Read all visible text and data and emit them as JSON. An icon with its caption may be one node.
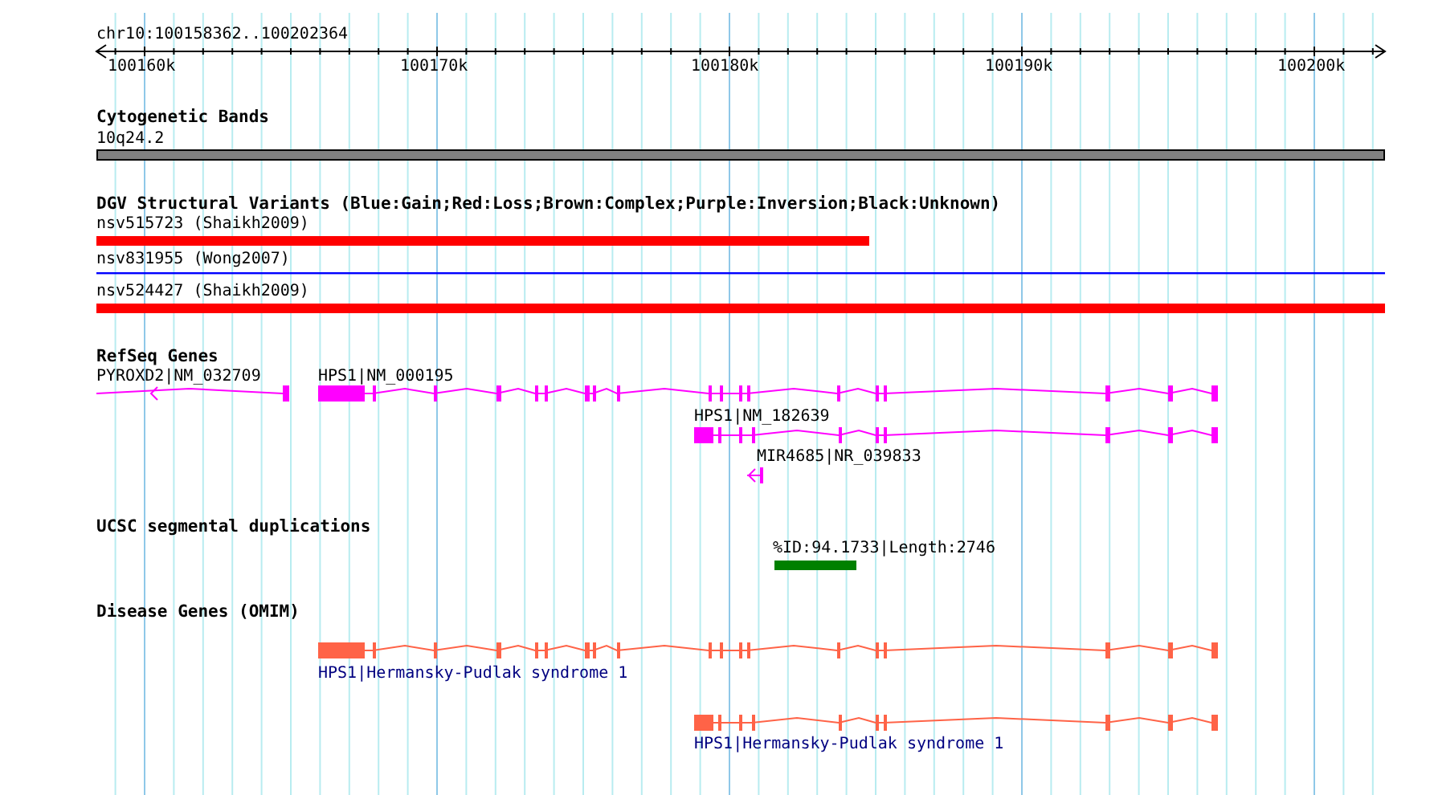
{
  "diagram": {
    "labels": [
      "chr10:100158362..100202364",
      "100160k",
      "100170k",
      "100180k",
      "100190k",
      "100200k",
      "Cytogenetic Bands",
      "10q24.2",
      "DGV Structural Variants (Blue:Gain;Red:Loss;Brown:Complex;Purple:Inversion;Black:Unknown)",
      "nsv515723 (Shaikh2009)",
      "nsv831955 (Wong2007)",
      "nsv524427 (Shaikh2009)",
      "RefSeq Genes",
      "PYROXD2|NM_032709",
      "HPS1|NM_000195",
      "HPS1|NM_182639",
      "MIR4685|NR_039833",
      "UCSC segmental duplications",
      "%ID:94.1733|Length:2746",
      "Disease Genes (OMIM)",
      "HPS1|Hermansky-Pudlak syndrome 1",
      "HPS1|Hermansky-Pudlak syndrome 1"
    ]
  }
}
